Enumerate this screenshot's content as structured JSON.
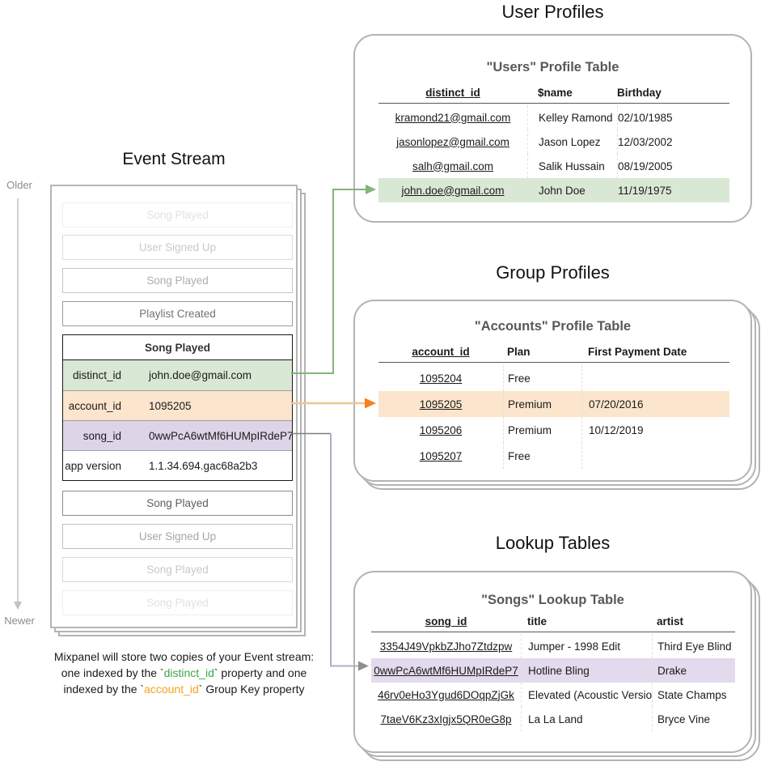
{
  "event_stream": {
    "title": "Event Stream",
    "older_label": "Older",
    "newer_label": "Newer",
    "events_before": [
      "Song Played",
      "User Signed Up",
      "Song Played",
      "Playlist Created"
    ],
    "expanded_event": {
      "name": "Song Played",
      "properties": [
        {
          "key": "distinct_id",
          "value": "john.doe@gmail.com"
        },
        {
          "key": "account_id",
          "value": "1095205"
        },
        {
          "key": "song_id",
          "value": "0wwPcA6wtMf6HUMpIRdeP7"
        },
        {
          "key": "app version",
          "value": "1.1.34.694.gac68a2b3"
        }
      ]
    },
    "events_after": [
      "Song Played",
      "User Signed Up",
      "Song Played",
      "Song Played"
    ]
  },
  "caption": {
    "line1": "Mixpanel will store two copies of your Event stream:",
    "line2_pre": "one indexed by the `",
    "line2_code": "distinct_id",
    "line2_post": "` property and one",
    "line3_pre": "indexed by the `",
    "line3_code": "account_id",
    "line3_post": "` Group Key property"
  },
  "user_profiles": {
    "section_title": "User Profiles",
    "card_title": "\"Users\" Profile Table",
    "headers": [
      "distinct_id",
      "$name",
      "Birthday"
    ],
    "rows": [
      [
        "kramond21@gmail.com",
        "Kelley Ramond",
        "02/10/1985"
      ],
      [
        "jasonlopez@gmail.com",
        "Jason Lopez",
        "12/03/2002"
      ],
      [
        "salh@gmail.com",
        "Salik Hussain",
        "08/19/2005"
      ],
      [
        "john.doe@gmail.com",
        "John Doe",
        "11/19/1975"
      ]
    ],
    "highlighted_row_index": 3
  },
  "group_profiles": {
    "section_title": "Group Profiles",
    "card_title": "\"Accounts\" Profile Table",
    "headers": [
      "account_id",
      "Plan",
      "First Payment Date"
    ],
    "rows": [
      [
        "1095204",
        "Free",
        ""
      ],
      [
        "1095205",
        "Premium",
        "07/20/2016"
      ],
      [
        "1095206",
        "Premium",
        "10/12/2019"
      ],
      [
        "1095207",
        "Free",
        ""
      ]
    ],
    "highlighted_row_index": 1
  },
  "lookup_tables": {
    "section_title": "Lookup Tables",
    "card_title": "\"Songs\" Lookup Table",
    "headers": [
      "song_id",
      "title",
      "artist"
    ],
    "rows": [
      [
        "3354J49VpkbZJho7Ztdzpw",
        "Jumper - 1998 Edit",
        "Third Eye Blind"
      ],
      [
        "0wwPcA6wtMf6HUMpIRdeP7",
        "Hotline Bling",
        "Drake"
      ],
      [
        "46rv0eHo3Ygud6DOqpZjGk",
        "Elevated (Acoustic Version)",
        "State Champs"
      ],
      [
        "7taeV6Kz3xIgjx5QR0eG8p",
        "La La Land",
        "Bryce Vine"
      ]
    ],
    "highlighted_row_index": 1
  },
  "colors": {
    "green_highlight": "#d9e8d4",
    "orange_highlight": "#fce5cd",
    "purple_highlight": "#ded4e8",
    "green_line": "#84b47b",
    "orange_line": "#f1c195",
    "orange_arrowhead": "#f5821f",
    "purple_line": "#b7aac8",
    "gray_arrowhead": "#8f8f8f",
    "caption_green": "#3aa648",
    "caption_orange": "#f7a01d"
  }
}
